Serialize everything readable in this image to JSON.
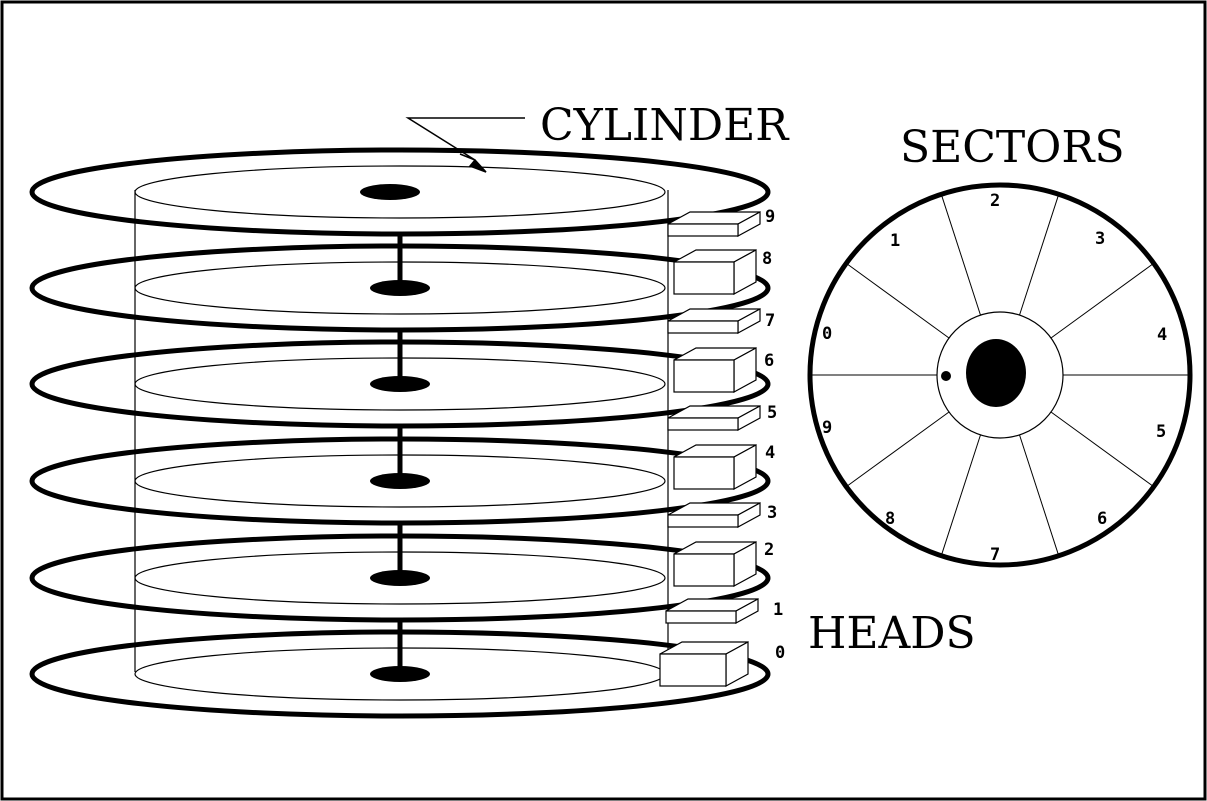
{
  "labels": {
    "cylinder": "CYLINDER",
    "sectors": "SECTORS",
    "heads": "HEADS"
  },
  "head_numbers": [
    "9",
    "8",
    "7",
    "6",
    "5",
    "4",
    "3",
    "2",
    "1",
    "0"
  ],
  "sector_numbers": [
    "2",
    "3",
    "4",
    "5",
    "6",
    "7",
    "8",
    "9",
    "0",
    "1"
  ],
  "colors": {
    "ink": "#000000",
    "paper": "#ffffff"
  }
}
